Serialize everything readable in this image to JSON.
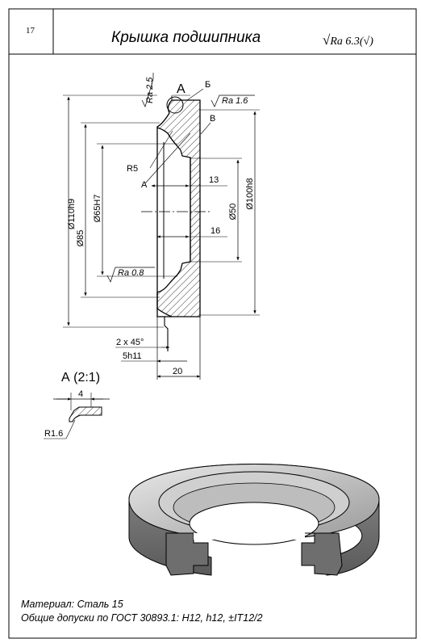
{
  "header": {
    "page_number": "17",
    "title": "Крышка подшипника",
    "roughness_general": "Ra 6.3(√)"
  },
  "drawing": {
    "dimensions": {
      "d110": "Ø110h9",
      "d85": "Ø85",
      "d65": "Ø65H7",
      "d100": "Ø100h8",
      "d50": "Ø50",
      "len13": "13",
      "len16": "16",
      "chamfer": "2 x 45°",
      "len5": "5h11",
      "len20": "20",
      "radius5": "R5"
    },
    "roughness": {
      "ra25": "Ra 2.5",
      "ra16": "Ra 1.6",
      "ra08": "Ra 0.8"
    },
    "letters": {
      "a_top": "А",
      "b": "Б",
      "v": "В",
      "a_left": "А"
    },
    "detail": {
      "title": "А (2:1)",
      "width": "4",
      "radius": "R1.6"
    }
  },
  "footer": {
    "material": "Материал: Сталь 15",
    "tolerances": "Общие допуски по ГОСТ 30893.1: H12, h12, ±IT12/2"
  }
}
